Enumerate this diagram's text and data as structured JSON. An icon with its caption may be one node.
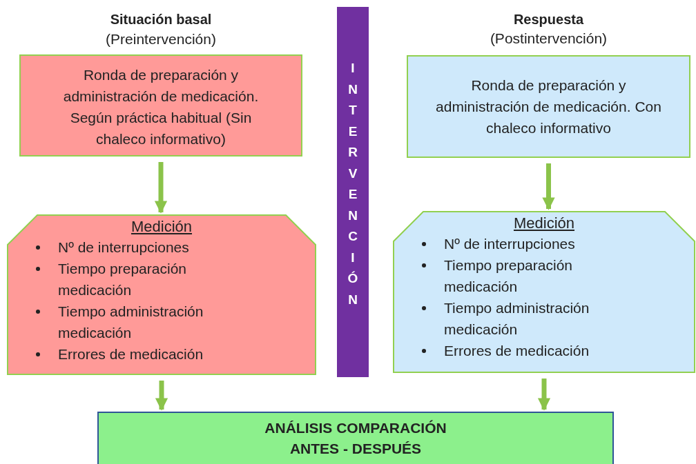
{
  "diagram": {
    "nodes": [
      {
        "text": [
          "Situación basal",
          "(Preintervención)",
          "Ronda de preparación y administración de medicación. Según práctica habitual (Sin chaleco informativo)"
        ]
      },
      {
        "text": [
          "Medición",
          "Nº de interrupciones",
          "Tiempo preparación medicación",
          "Tiempo administración medicación",
          "Errores de medicación"
        ]
      },
      {
        "text": [
          "INTERVENCIÓN"
        ]
      },
      {
        "text": [
          "Respuesta",
          "(Postintervención)",
          "Ronda de preparación y administración de medicación. Con chaleco informativo"
        ]
      },
      {
        "text": [
          "Medición",
          "Nº de interrupciones",
          "Tiempo preparación medicación",
          "Tiempo administración medicación",
          "Errores de medicación"
        ]
      },
      {
        "text": [
          "ANÁLISIS COMPARACIÓN ANTES - DESPUÉS"
        ]
      }
    ],
    "edges": [
      {
        "from": 0,
        "to": 1,
        "arrow": "to"
      },
      {
        "from": 3,
        "to": 4,
        "arrow": "to"
      },
      {
        "from": 1,
        "to": 5,
        "arrow": "to"
      },
      {
        "from": 4,
        "to": 5,
        "arrow": "to"
      }
    ]
  }
}
